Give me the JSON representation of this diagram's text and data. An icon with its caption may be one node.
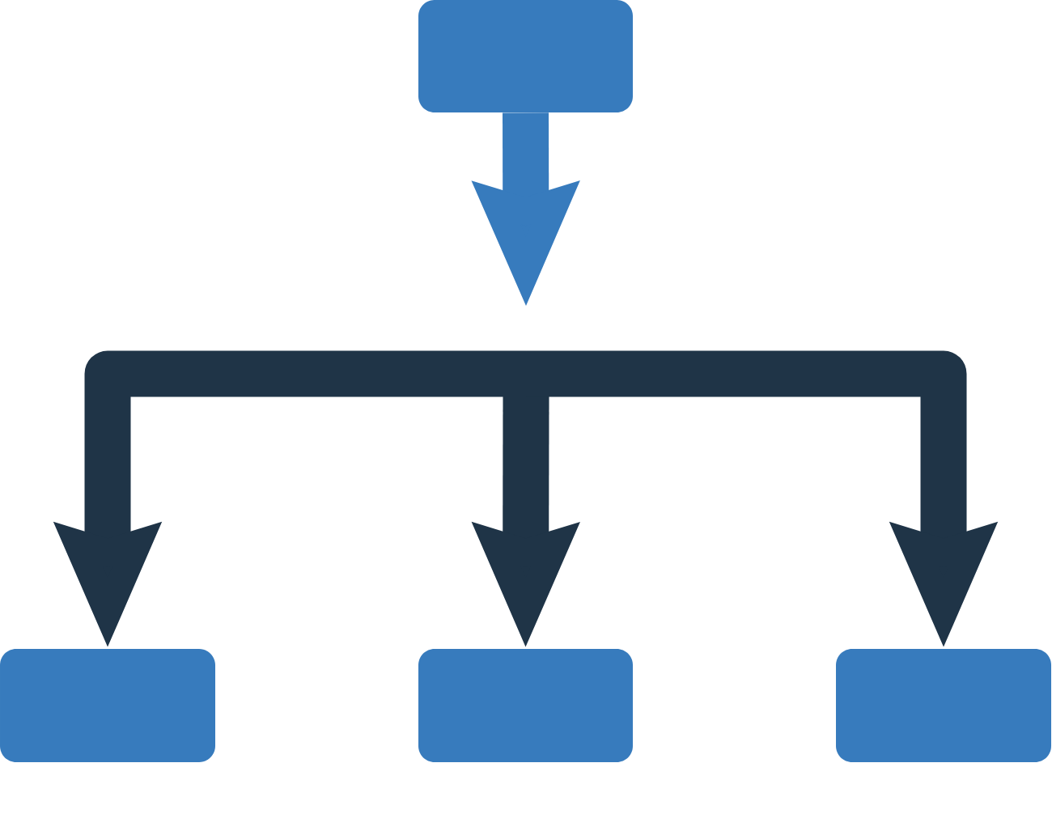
{
  "diagram": {
    "nodes": [
      {
        "text": [],
        "shape": "box"
      },
      {
        "text": [],
        "shape": "box"
      },
      {
        "text": [],
        "shape": "box"
      },
      {
        "text": [],
        "shape": "box"
      }
    ],
    "edges": [
      {
        "from": 0,
        "to": null,
        "arrow": "to",
        "color": "#377bbd"
      },
      {
        "from": null,
        "to": 1,
        "arrow": "to"
      },
      {
        "from": null,
        "to": 2,
        "arrow": "to"
      },
      {
        "from": null,
        "to": 3,
        "arrow": "to"
      }
    ]
  }
}
